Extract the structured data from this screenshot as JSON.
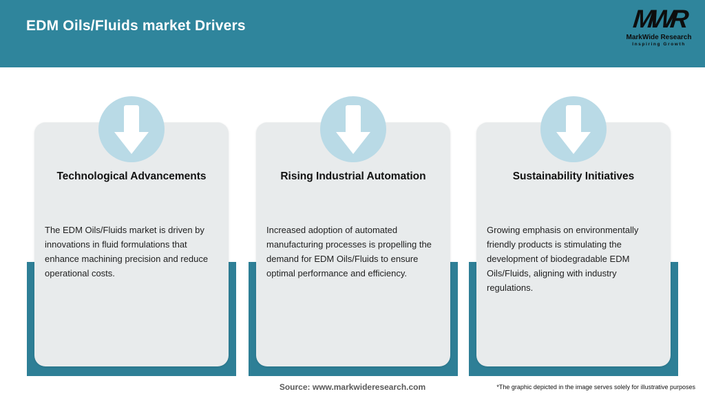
{
  "colors": {
    "header_teal": "#2F859C",
    "shadow_teal": "#2E7F96",
    "circle_blue": "#B9DAE6",
    "card_bg": "#E8EBEC"
  },
  "header": {
    "title": "EDM Oils/Fluids market Drivers"
  },
  "logo": {
    "monogram": "MWR",
    "name": "MarkWide Research",
    "tagline": "Inspiring Growth"
  },
  "cards": [
    {
      "icon": "arrow-down-icon",
      "title": "Technological Advancements",
      "body": "The EDM Oils/Fluids market is driven by innovations in fluid formulations that enhance machining precision and reduce operational costs."
    },
    {
      "icon": "arrow-down-icon",
      "title": "Rising Industrial Automation",
      "body": "Increased adoption of automated manufacturing processes is propelling the demand for EDM Oils/Fluids to ensure optimal performance and efficiency."
    },
    {
      "icon": "arrow-down-icon",
      "title": "Sustainability Initiatives",
      "body": "Growing emphasis on environmentally friendly products is stimulating the development of biodegradable EDM Oils/Fluids, aligning with industry regulations."
    }
  ],
  "footer": {
    "source": "Source: www.markwideresearch.com",
    "disclaimer": "*The graphic depicted in the image serves solely for illustrative purposes"
  }
}
